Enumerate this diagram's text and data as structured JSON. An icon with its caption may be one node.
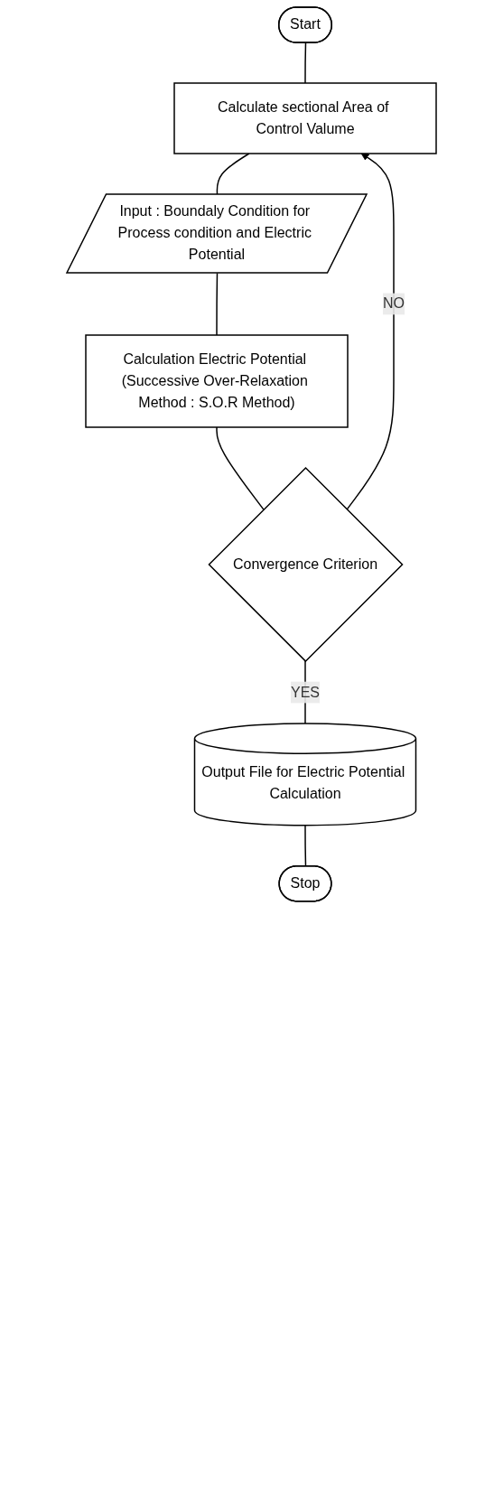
{
  "diagram": {
    "nodes": [
      {
        "text": [
          "Start"
        ]
      },
      {
        "text": [
          "Calculate sectional Area of Control Valume"
        ]
      },
      {
        "text": [
          "Input : Boundaly Condition for Process condition and Electric Potential"
        ]
      },
      {
        "text": [
          "Calculation Electric Potential (Successive Over-Relaxation Method : S.O.R Method)"
        ]
      },
      {
        "text": [
          "Convergence Criterion"
        ]
      },
      {
        "text": [
          "Output File for Electric Potential Calculation"
        ]
      },
      {
        "text": [
          "Stop"
        ]
      }
    ],
    "edges": [
      {
        "from": 0,
        "to": 1,
        "arrow": "none"
      },
      {
        "from": 1,
        "to": 2,
        "arrow": "none"
      },
      {
        "from": 2,
        "to": 3,
        "arrow": "none"
      },
      {
        "from": 3,
        "to": 4,
        "arrow": "none"
      },
      {
        "from": 4,
        "to": 1,
        "arrow": "to",
        "label": "NO"
      },
      {
        "from": 4,
        "to": 5,
        "arrow": "none",
        "label": "YES"
      },
      {
        "from": 5,
        "to": 6,
        "arrow": "none"
      }
    ]
  }
}
